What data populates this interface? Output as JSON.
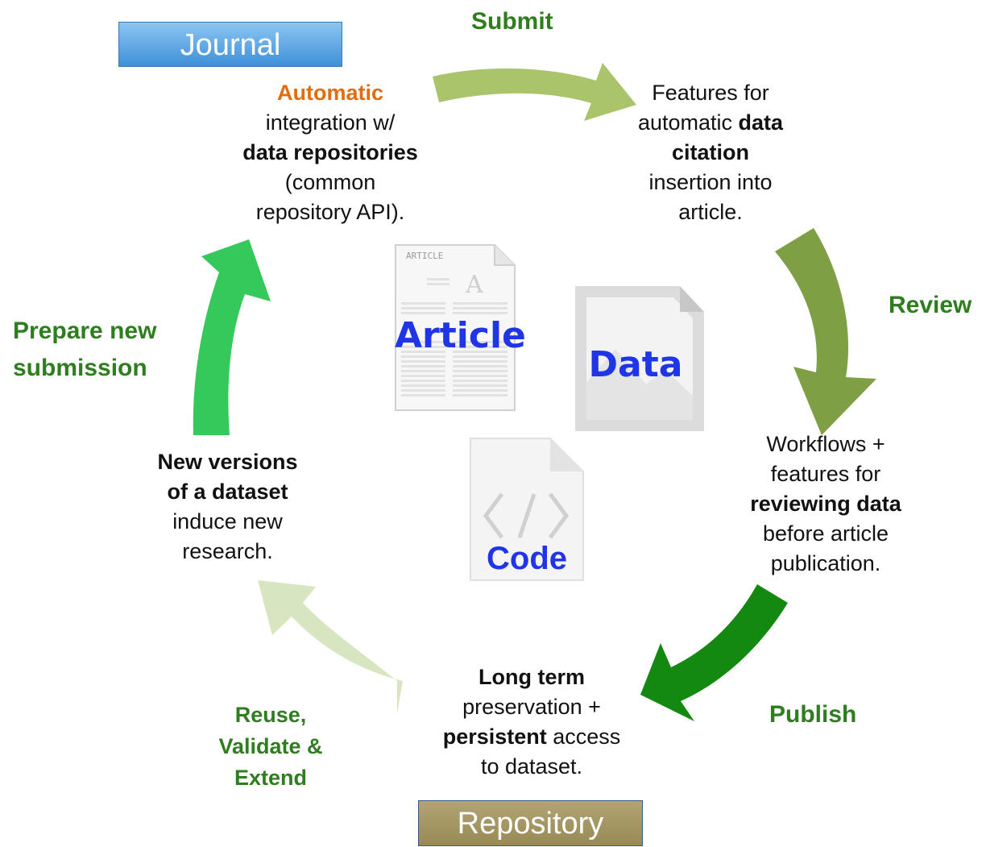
{
  "journal_label": "Journal",
  "repository_label": "Repository",
  "stages": {
    "submit": "Submit",
    "review": "Review",
    "publish": "Publish",
    "reuse": [
      "Reuse,",
      "Validate &",
      "Extend"
    ],
    "prepare": [
      "Prepare new",
      "submission"
    ]
  },
  "boxes": {
    "integration": {
      "l1_highlight": "Automatic",
      "l2": "integration w/",
      "l3_bold": "data repositories",
      "l4": "(common",
      "l5": "repository API)."
    },
    "citation": {
      "l1": "Features for",
      "l2_pre": "automatic ",
      "l2_bold": "data",
      "l3_bold": "citation",
      "l4": "insertion into",
      "l5": "article."
    },
    "review": {
      "l1": "Workflows +",
      "l2": "features for",
      "l3_bold": "reviewing data",
      "l4": "before article",
      "l5": "publication."
    },
    "preservation": {
      "l1_bold": "Long term",
      "l2": "preservation +",
      "l3_bold": "persistent",
      "l3_rest": " access",
      "l4": "to dataset."
    },
    "versions": {
      "l1_bold": "New versions",
      "l2_bold": "of a dataset",
      "l3": "induce new",
      "l4": "research."
    }
  },
  "documents": {
    "article_label": "Article",
    "article_header": "ARTICLE",
    "data_label": "Data",
    "code_label": "Code"
  },
  "colors": {
    "stage_text": "#2e7d1e",
    "arrow_submit": "#a9c46a",
    "arrow_review": "#7e9f44",
    "arrow_publish": "#138a0f",
    "arrow_reuse": "#d7e6c0",
    "arrow_prepare": "#35c85a",
    "doc_label_blue": "#1f35e6"
  }
}
